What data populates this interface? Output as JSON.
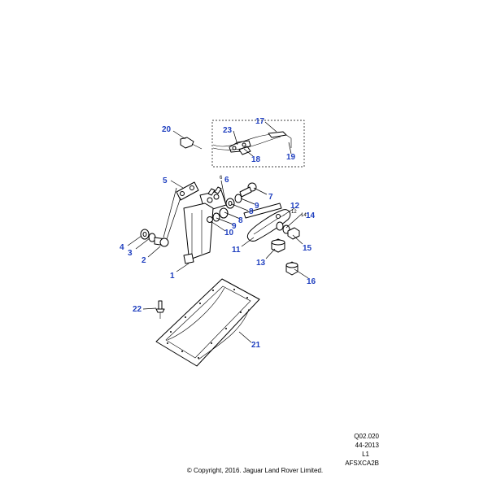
{
  "callouts": [
    {
      "id": "1",
      "label": "1"
    },
    {
      "id": "2",
      "label": "2"
    },
    {
      "id": "3",
      "label": "3"
    },
    {
      "id": "4",
      "label": "4"
    },
    {
      "id": "5",
      "label": "5"
    },
    {
      "id": "6",
      "label": "6"
    },
    {
      "id": "7",
      "label": "7"
    },
    {
      "id": "8a",
      "label": "8"
    },
    {
      "id": "8b",
      "label": "8"
    },
    {
      "id": "9a",
      "label": "9"
    },
    {
      "id": "9b",
      "label": "9"
    },
    {
      "id": "10",
      "label": "10"
    },
    {
      "id": "11",
      "label": "11"
    },
    {
      "id": "12",
      "label": "12"
    },
    {
      "id": "13",
      "label": "13"
    },
    {
      "id": "14",
      "label": "14"
    },
    {
      "id": "15",
      "label": "15"
    },
    {
      "id": "16",
      "label": "16"
    },
    {
      "id": "17",
      "label": "17"
    },
    {
      "id": "18",
      "label": "18"
    },
    {
      "id": "19",
      "label": "19"
    },
    {
      "id": "20",
      "label": "20"
    },
    {
      "id": "21",
      "label": "21"
    },
    {
      "id": "22",
      "label": "22"
    },
    {
      "id": "23",
      "label": "23"
    }
  ],
  "small_marks": {
    "six": "6",
    "twelve": "12",
    "fourteen": "14"
  },
  "reference": {
    "code": "Q02.020",
    "date": "44-2013",
    "level": "L1",
    "illustration_id": "AFSXCA2B"
  },
  "copyright": "© Copyright, 2016. Jaguar Land Rover Limited.",
  "colors": {
    "callout": "#1f3fbf",
    "line": "#000000",
    "background": "#ffffff"
  }
}
